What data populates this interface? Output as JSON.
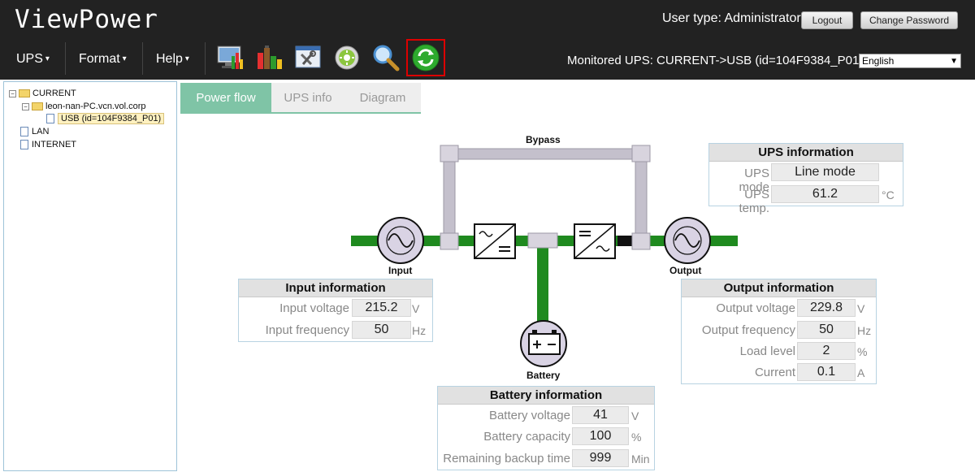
{
  "header": {
    "title": "ViewPower",
    "user_type": "User type: Administrator",
    "logout_label": "Logout",
    "change_password_label": "Change Password",
    "menus": [
      "UPS",
      "Format",
      "Help"
    ],
    "monitored": "Monitored UPS: CURRENT->USB (id=104F9384_P01)",
    "language": "English",
    "tools": [
      "monitor-chart-icon",
      "battery-bars-icon",
      "settings-tools-icon",
      "gear-icon",
      "search-icon",
      "refresh-icon"
    ]
  },
  "tree": {
    "current": "CURRENT",
    "host": "leon-nan-PC.vcn.vol.corp",
    "usb": "USB (id=104F9384_P01)",
    "lan": "LAN",
    "internet": "INTERNET"
  },
  "tabs": [
    "Power flow",
    "UPS info",
    "Diagram"
  ],
  "diagram": {
    "bypass": "Bypass",
    "input": "Input",
    "output": "Output",
    "battery": "Battery"
  },
  "ups_info": {
    "title": "UPS information",
    "mode_label": "UPS mode",
    "mode_value": "Line mode",
    "temp_label": "UPS temp.",
    "temp_value": "61.2",
    "temp_unit": "°C"
  },
  "input_info": {
    "title": "Input information",
    "voltage_label": "Input voltage",
    "voltage_value": "215.2",
    "voltage_unit": "V",
    "freq_label": "Input frequency",
    "freq_value": "50",
    "freq_unit": "Hz"
  },
  "output_info": {
    "title": "Output information",
    "voltage_label": "Output voltage",
    "voltage_value": "229.8",
    "voltage_unit": "V",
    "freq_label": "Output frequency",
    "freq_value": "50",
    "freq_unit": "Hz",
    "load_label": "Load level",
    "load_value": "2",
    "load_unit": "%",
    "current_label": "Current",
    "current_value": "0.1",
    "current_unit": "A"
  },
  "battery_info": {
    "title": "Battery information",
    "voltage_label": "Battery voltage",
    "voltage_value": "41",
    "voltage_unit": "V",
    "capacity_label": "Battery capacity",
    "capacity_value": "100",
    "capacity_unit": "%",
    "backup_label": "Remaining backup time",
    "backup_value": "999",
    "backup_unit": "Min"
  },
  "colors": {
    "header_bg": "#222222",
    "tab_active": "#7fc4a6",
    "flow_green": "#1f8a1f",
    "pipe_gray": "#c4c0cc",
    "highlight_red": "#dd0000"
  }
}
